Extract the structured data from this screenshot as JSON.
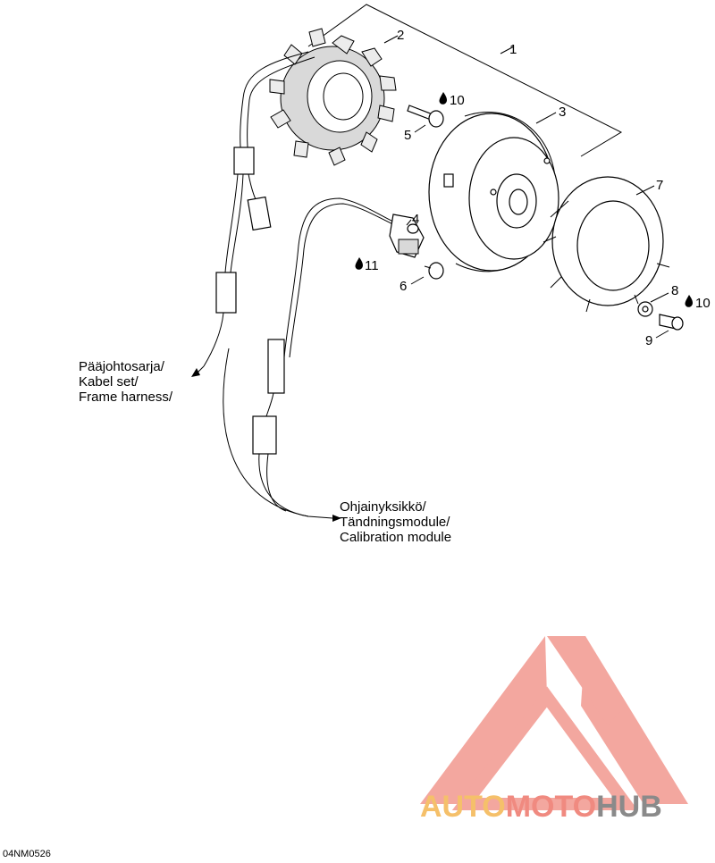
{
  "callouts": {
    "c1": "1",
    "c2": "2",
    "c3": "3",
    "c4": "4",
    "c5": "5",
    "c6": "6",
    "c7": "7",
    "c8": "8",
    "c9": "9"
  },
  "torque_refs": {
    "ref_bolt5": "10",
    "ref_bolt9": "10",
    "ref_sensor": "11"
  },
  "notes": {
    "frame_harness": [
      "Pääjohtosarja/",
      "Kabel set/",
      "Frame harness/"
    ],
    "calibration_module": [
      "Ohjainyksikkö/",
      "Tändningsmodule/",
      "Calibration module"
    ]
  },
  "drawing_code": "04NM0526",
  "watermark": {
    "text_part1": "AUTO",
    "text_part2": "MOTO",
    "text_part3": "HUB",
    "color_orange": "#f5c06a",
    "color_red": "#f08a80",
    "color_gray": "#8a8a8a"
  }
}
